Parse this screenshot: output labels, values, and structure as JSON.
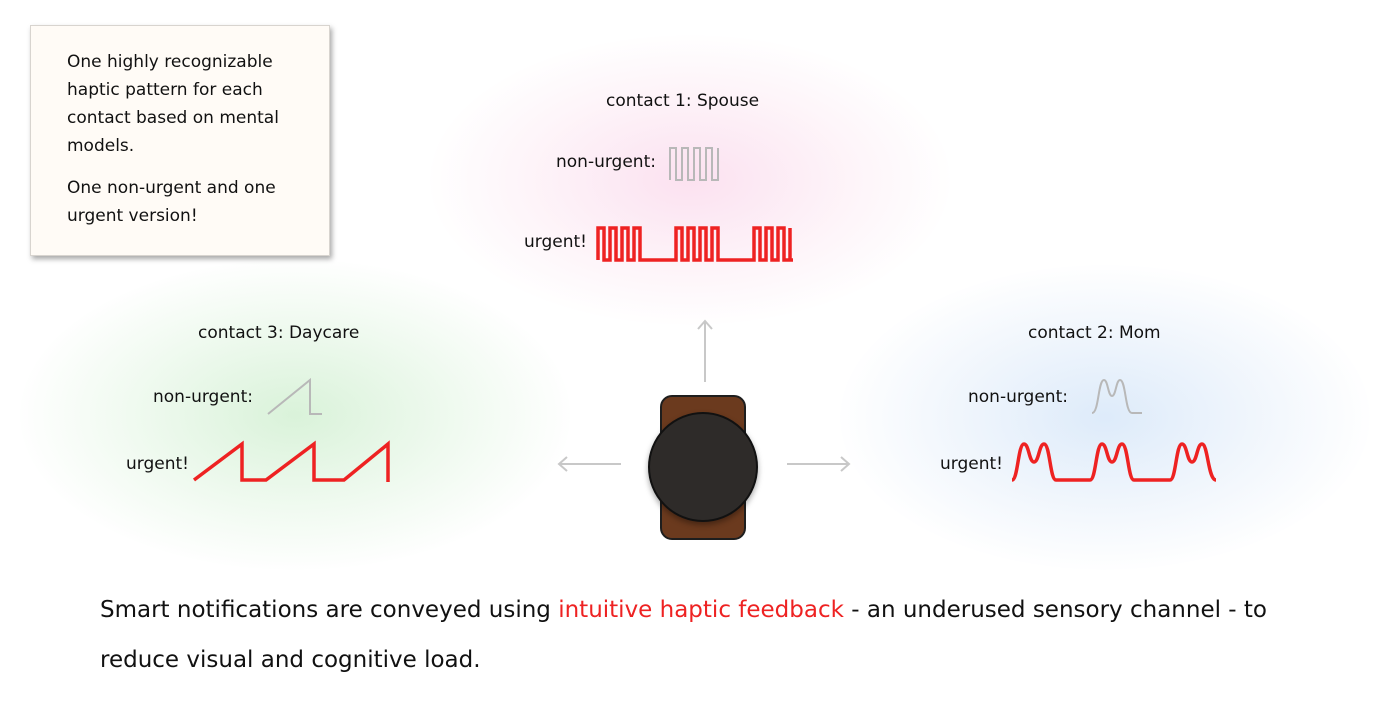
{
  "note": {
    "line1": "One highly recognizable haptic pattern for each contact based on mental models.",
    "line2": "One non-urgent and one urgent version!"
  },
  "contacts": [
    {
      "title": "contact 1: Spouse",
      "non_urgent_label": "non-urgent:",
      "urgent_label": "urgent!",
      "pattern": "square"
    },
    {
      "title": "contact 2: Mom",
      "non_urgent_label": "non-urgent:",
      "urgent_label": "urgent!",
      "pattern": "pulse"
    },
    {
      "title": "contact 3: Daycare",
      "non_urgent_label": "non-urgent:",
      "urgent_label": "urgent!",
      "pattern": "sawtooth"
    }
  ],
  "caption": {
    "before": "Smart notifications are conveyed using ",
    "highlight": "intuitive haptic feedback",
    "after": " - an underused sensory channel - to reduce visual and cognitive load."
  },
  "colors": {
    "urgent": "#ee2222",
    "non_urgent": "#b8b8b8",
    "arrow": "#c8c8c8",
    "device_body": "#6b3a1e",
    "knob": "#2e2b29",
    "glow_spouse": "#fbe3ef",
    "glow_mom": "#e4eef9",
    "glow_daycare": "#e3f4e3"
  }
}
